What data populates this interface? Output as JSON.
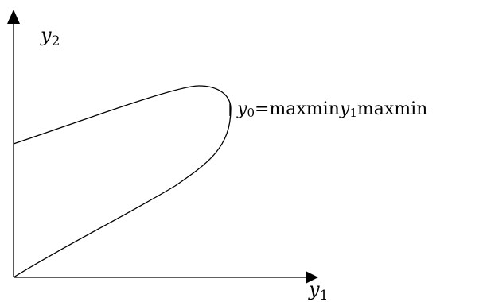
{
  "axes": {
    "y_label_var": "y",
    "y_label_sub": "2",
    "x_label_var": "y",
    "x_label_sub": "1"
  },
  "annotation": {
    "var": "y",
    "sub": "0",
    "eq": "=maxmin",
    "var2": "y",
    "sub2": "1",
    "tail": "maxmin"
  },
  "colors": {
    "stroke": "#000000",
    "background": "#ffffff"
  }
}
